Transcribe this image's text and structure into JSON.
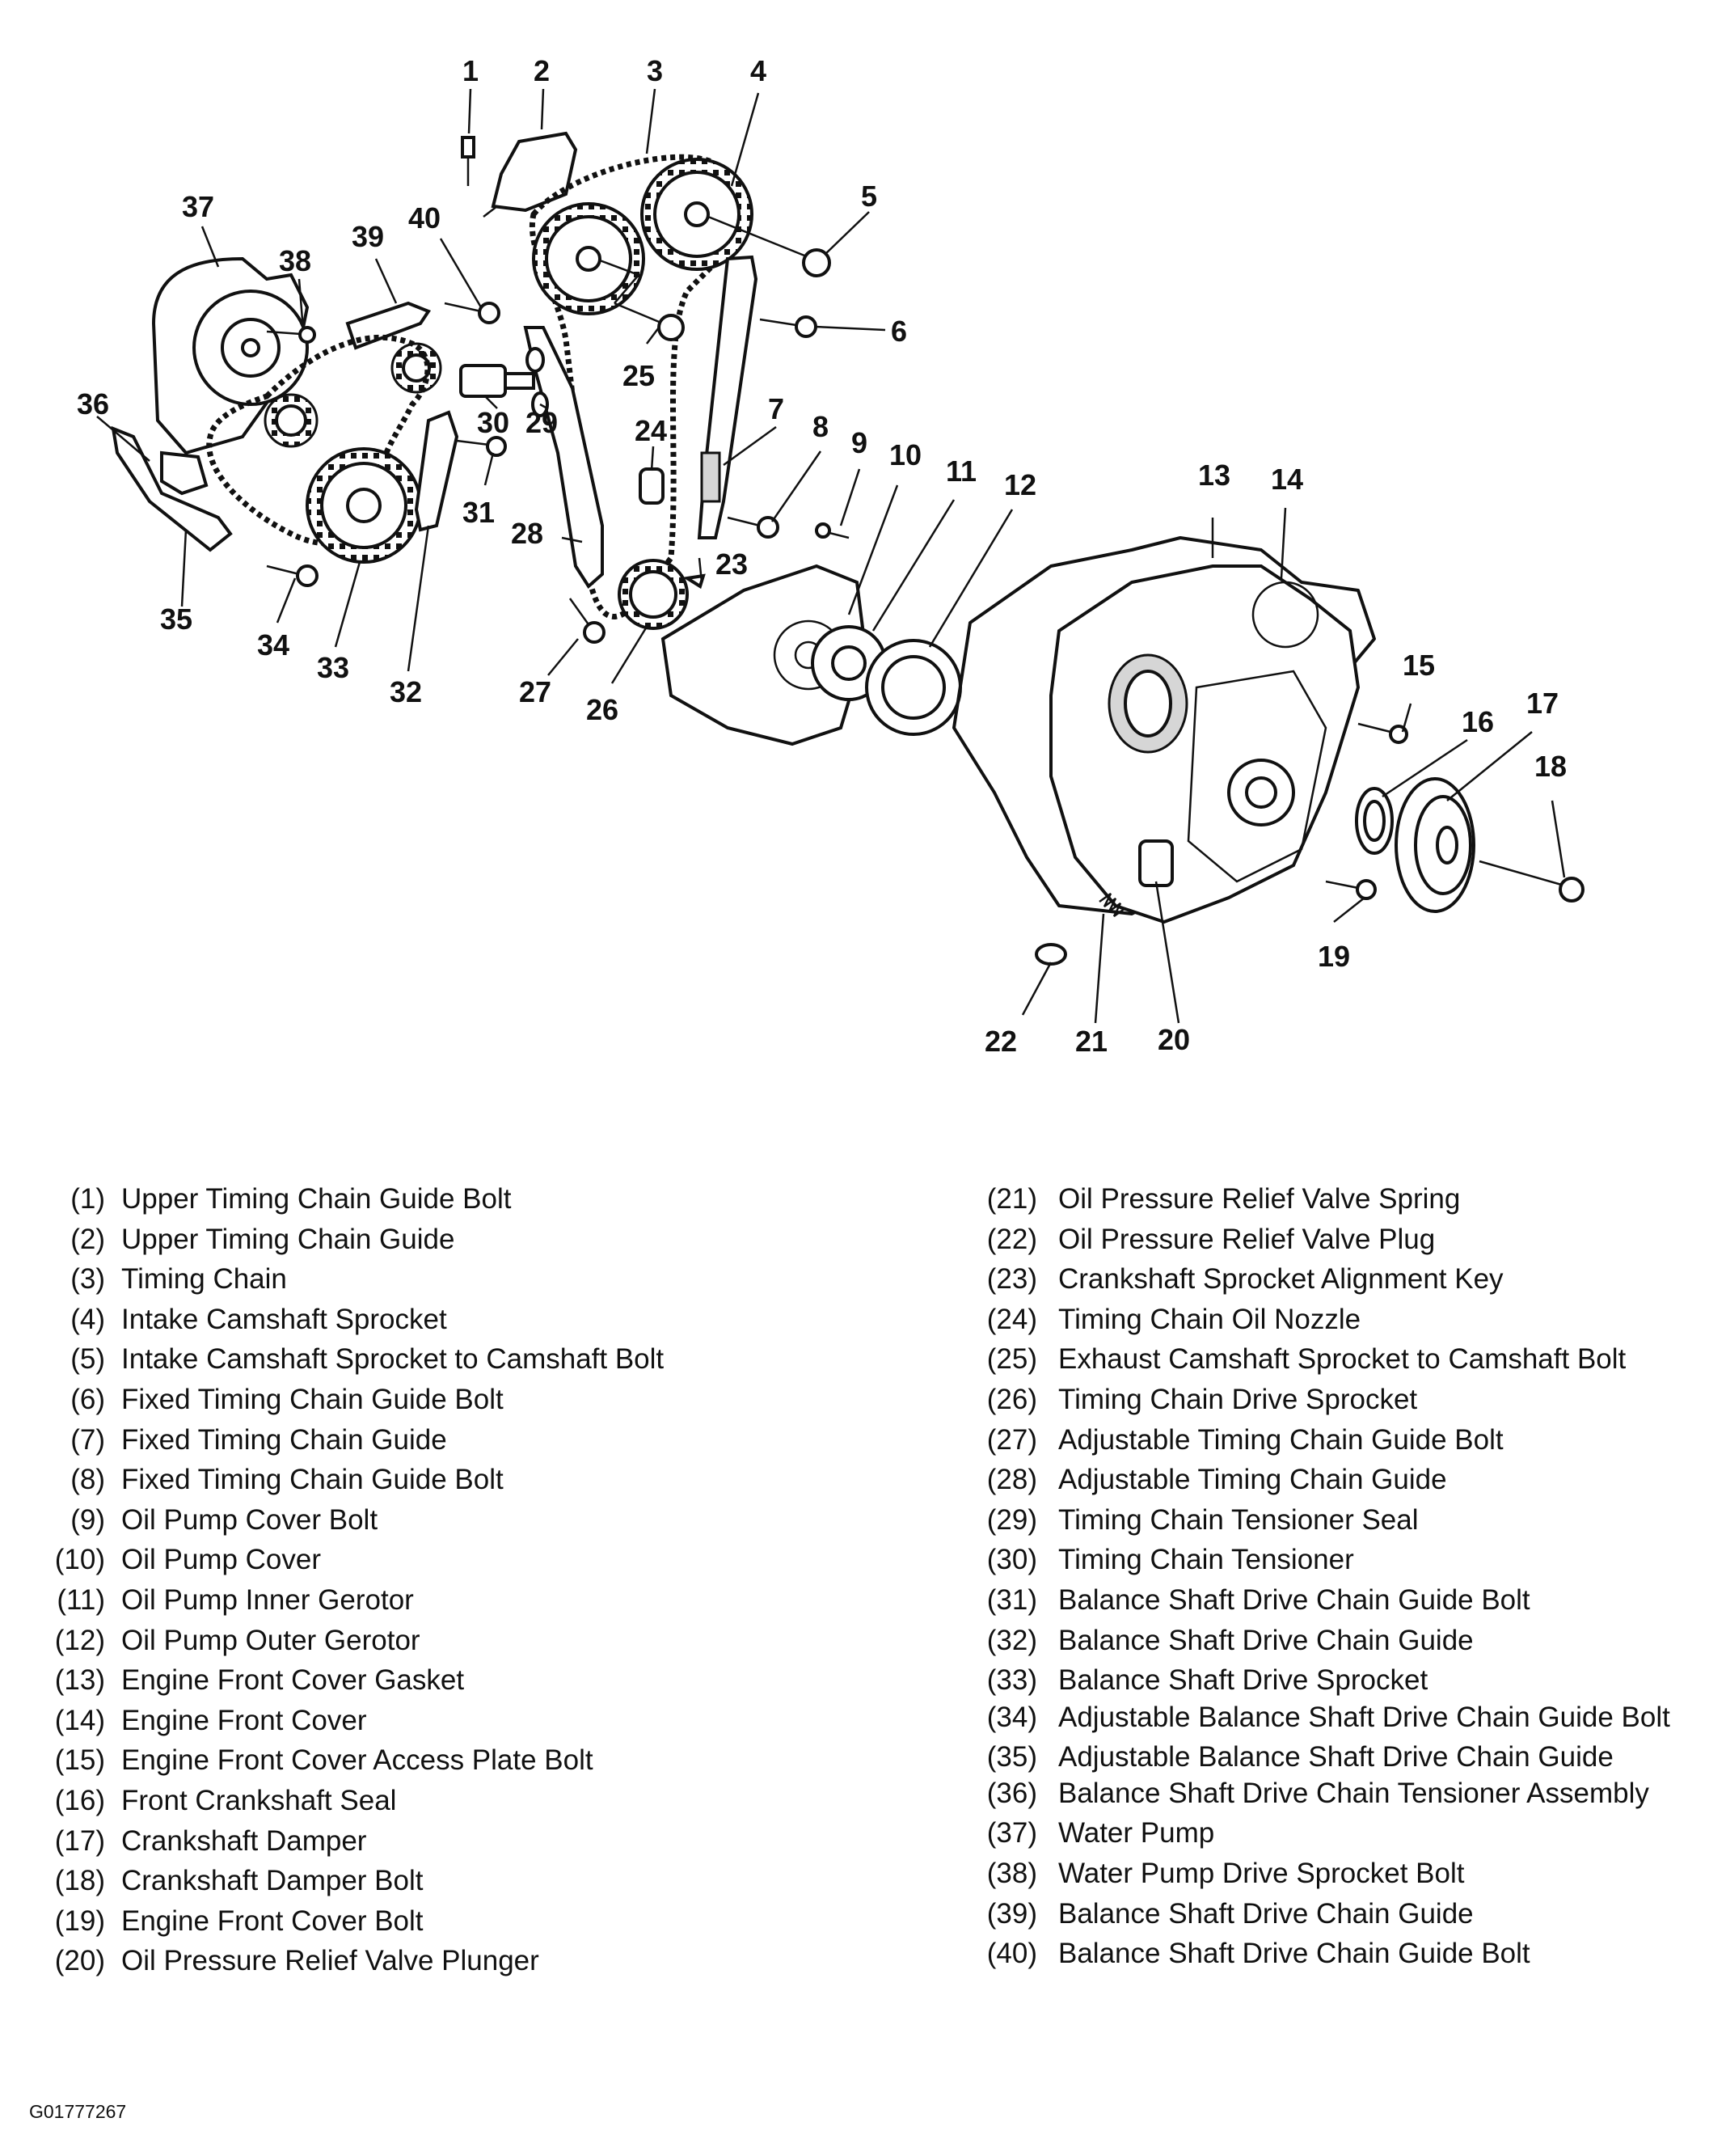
{
  "callouts": [
    "1",
    "2",
    "3",
    "4",
    "5",
    "6",
    "7",
    "8",
    "9",
    "10",
    "11",
    "12",
    "13",
    "14",
    "15",
    "16",
    "17",
    "18",
    "19",
    "20",
    "21",
    "22",
    "23",
    "24",
    "25",
    "26",
    "27",
    "28",
    "29",
    "30",
    "31",
    "32",
    "33",
    "34",
    "35",
    "36",
    "37",
    "38",
    "39",
    "40"
  ],
  "legend_left": [
    {
      "num": "(1)",
      "label": "Upper Timing Chain Guide Bolt"
    },
    {
      "num": "(2)",
      "label": "Upper Timing Chain Guide"
    },
    {
      "num": "(3)",
      "label": "Timing Chain"
    },
    {
      "num": "(4)",
      "label": "Intake Camshaft Sprocket"
    },
    {
      "num": "(5)",
      "label": "Intake Camshaft Sprocket to Camshaft Bolt"
    },
    {
      "num": "(6)",
      "label": "Fixed Timing Chain Guide Bolt"
    },
    {
      "num": "(7)",
      "label": "Fixed Timing Chain Guide"
    },
    {
      "num": "(8)",
      "label": "Fixed Timing Chain Guide Bolt"
    },
    {
      "num": "(9)",
      "label": "Oil Pump Cover Bolt"
    },
    {
      "num": "(10)",
      "label": "Oil Pump Cover"
    },
    {
      "num": "(11)",
      "label": "Oil Pump Inner Gerotor"
    },
    {
      "num": "(12)",
      "label": "Oil Pump Outer Gerotor"
    },
    {
      "num": "(13)",
      "label": "Engine Front Cover Gasket"
    },
    {
      "num": "(14)",
      "label": "Engine Front Cover"
    },
    {
      "num": "(15)",
      "label": "Engine Front Cover Access Plate Bolt"
    },
    {
      "num": "(16)",
      "label": "Front Crankshaft Seal"
    },
    {
      "num": "(17)",
      "label": "Crankshaft Damper"
    },
    {
      "num": "(18)",
      "label": "Crankshaft Damper Bolt"
    },
    {
      "num": "(19)",
      "label": "Engine Front Cover Bolt"
    },
    {
      "num": "(20)",
      "label": "Oil Pressure Relief Valve Plunger"
    }
  ],
  "legend_right": [
    {
      "num": "(21)",
      "label": "Oil Pressure Relief Valve Spring"
    },
    {
      "num": "(22)",
      "label": "Oil Pressure Relief Valve Plug"
    },
    {
      "num": "(23)",
      "label": "Crankshaft Sprocket Alignment Key"
    },
    {
      "num": "(24)",
      "label": "Timing Chain Oil Nozzle"
    },
    {
      "num": "(25)",
      "label": "Exhaust Camshaft Sprocket to Camshaft Bolt"
    },
    {
      "num": "(26)",
      "label": "Timing Chain Drive Sprocket"
    },
    {
      "num": "(27)",
      "label": "Adjustable Timing Chain Guide Bolt"
    },
    {
      "num": "(28)",
      "label": "Adjustable Timing Chain Guide"
    },
    {
      "num": "(29)",
      "label": "Timing Chain Tensioner Seal"
    },
    {
      "num": "(30)",
      "label": "Timing Chain Tensioner"
    },
    {
      "num": "(31)",
      "label": "Balance Shaft Drive Chain Guide Bolt"
    },
    {
      "num": "(32)",
      "label": "Balance Shaft Drive Chain Guide"
    },
    {
      "num": "(33)",
      "label": "Balance Shaft Drive Sprocket"
    },
    {
      "num": "(34)",
      "label": "Adjustable Balance Shaft Drive Chain Guide Bolt"
    },
    {
      "num": "(35)",
      "label": "Adjustable Balance Shaft Drive Chain Guide"
    },
    {
      "num": "(36)",
      "label": "Balance Shaft Drive Chain Tensioner Assembly"
    },
    {
      "num": "(37)",
      "label": "Water Pump"
    },
    {
      "num": "(38)",
      "label": "Water Pump Drive Sprocket Bolt"
    },
    {
      "num": "(39)",
      "label": "Balance Shaft Drive Chain Guide"
    },
    {
      "num": "(40)",
      "label": "Balance Shaft Drive Chain Guide Bolt"
    }
  ],
  "figure_id": "G01777267"
}
